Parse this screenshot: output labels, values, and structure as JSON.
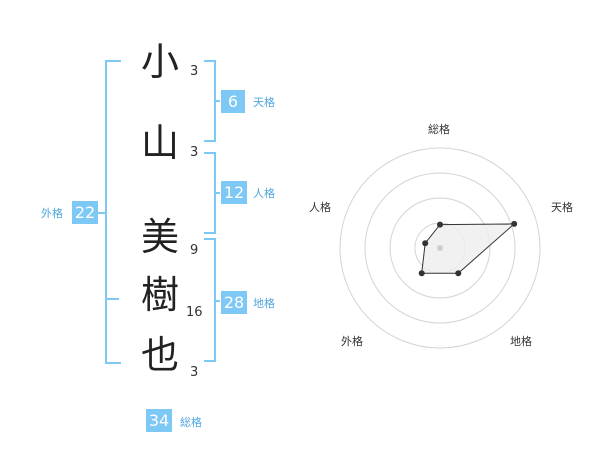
{
  "name": {
    "chars": [
      {
        "char": "小",
        "strokes": "3"
      },
      {
        "char": "山",
        "strokes": "3"
      },
      {
        "char": "美",
        "strokes": "9"
      },
      {
        "char": "樹",
        "strokes": "16"
      },
      {
        "char": "也",
        "strokes": "3"
      }
    ]
  },
  "kaku": {
    "tenkaku": {
      "label": "天格",
      "value": "6"
    },
    "jinkaku": {
      "label": "人格",
      "value": "12"
    },
    "chikaku": {
      "label": "地格",
      "value": "28"
    },
    "gaikaku": {
      "label": "外格",
      "value": "22"
    },
    "soukaku": {
      "label": "総格",
      "value": "34"
    }
  },
  "radar": {
    "axes": [
      "総格",
      "天格",
      "地格",
      "外格",
      "人格"
    ],
    "values": [
      0.3,
      1.0,
      0.4,
      0.4,
      0.2
    ],
    "rings": 4,
    "colors": {
      "ring": "#d4d4d4",
      "fill": "#eeeeee",
      "line": "#333333",
      "point": "#333333",
      "center": "#cccccc"
    }
  },
  "colors": {
    "accent": "#7ec8f5"
  }
}
